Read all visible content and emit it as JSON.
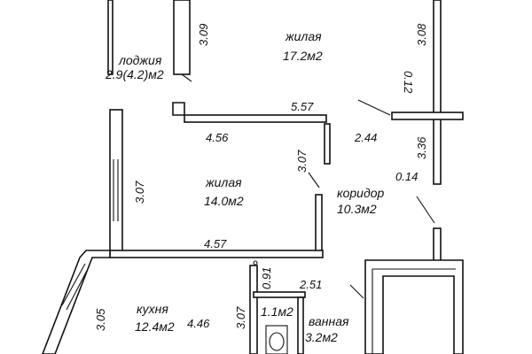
{
  "rooms": {
    "loggia": {
      "name": "лоджия",
      "area": "2.9(4.2)м2"
    },
    "living_top": {
      "name": "жилая",
      "area": "17.2м2"
    },
    "living_mid": {
      "name": "жилая",
      "area": "14.0м2"
    },
    "corridor": {
      "name": "коридор",
      "area": "10.3м2"
    },
    "kitchen": {
      "name": "кухня",
      "area": "12.4м2"
    },
    "wc": {
      "area": "1.1м2"
    },
    "bath": {
      "name": "ванная",
      "area": "3.2м2"
    }
  },
  "dimensions": {
    "loggia_height": "3.09",
    "living_top_height": "3.08",
    "living_top_width": "5.57",
    "wall_thickness_top": "0.12",
    "corridor_width": "2.44",
    "corridor_height": "3.36",
    "wall_thickness_mid": "0.14",
    "living_mid_top_width": "4.56",
    "living_mid_height_left": "3.07",
    "living_mid_height_right": "3.07",
    "living_mid_bottom_width": "4.57",
    "kitchen_height": "3.05",
    "kitchen_depth": "4.46",
    "kitchen_right_height": "3.07",
    "wc_width": "0.91",
    "bath_width": "2.51"
  }
}
